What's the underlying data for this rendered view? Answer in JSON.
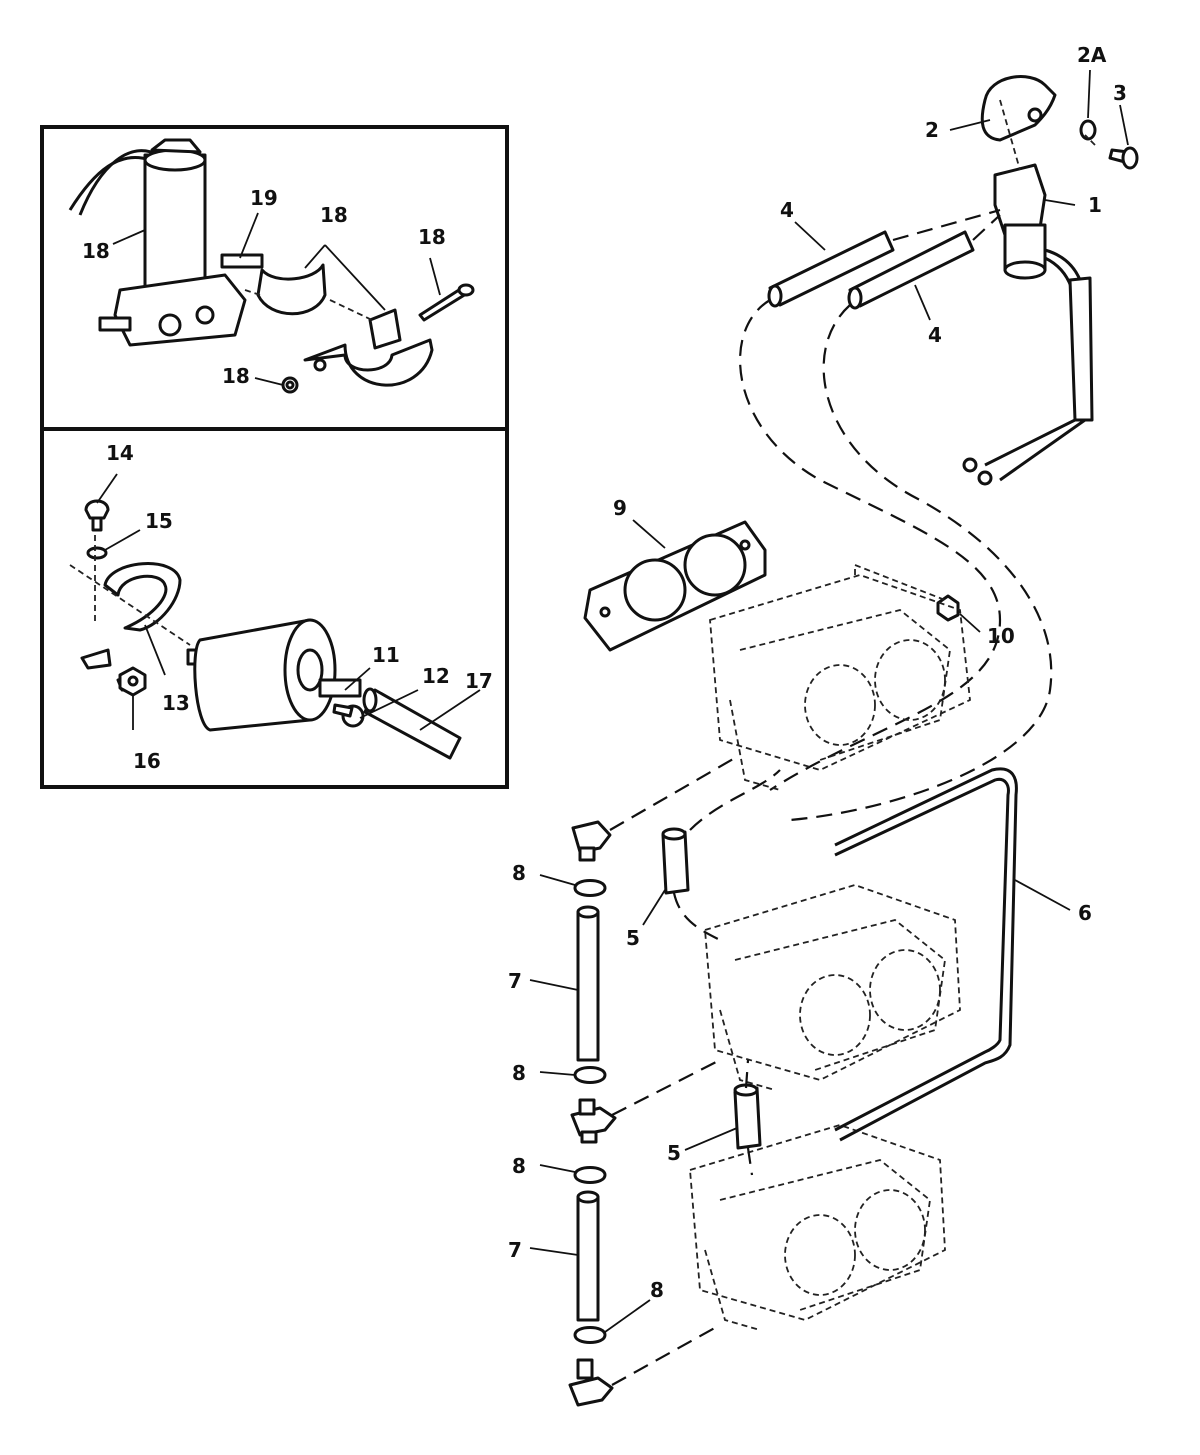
{
  "callouts": {
    "c1": "1",
    "c2": "2",
    "c2a": "2A",
    "c3": "3",
    "c4a": "4",
    "c4b": "4",
    "c5a": "5",
    "c5b": "5",
    "c6": "6",
    "c7a": "7",
    "c7b": "7",
    "c8a": "8",
    "c8b": "8",
    "c8c": "8",
    "c8d": "8",
    "c9": "9",
    "c10": "10",
    "c11": "11",
    "c12": "12",
    "c13": "13",
    "c14": "14",
    "c15": "15",
    "c16": "16",
    "c17": "17",
    "c18a": "18",
    "c18b": "18",
    "c18c": "18",
    "c18d": "18",
    "c19": "19"
  }
}
